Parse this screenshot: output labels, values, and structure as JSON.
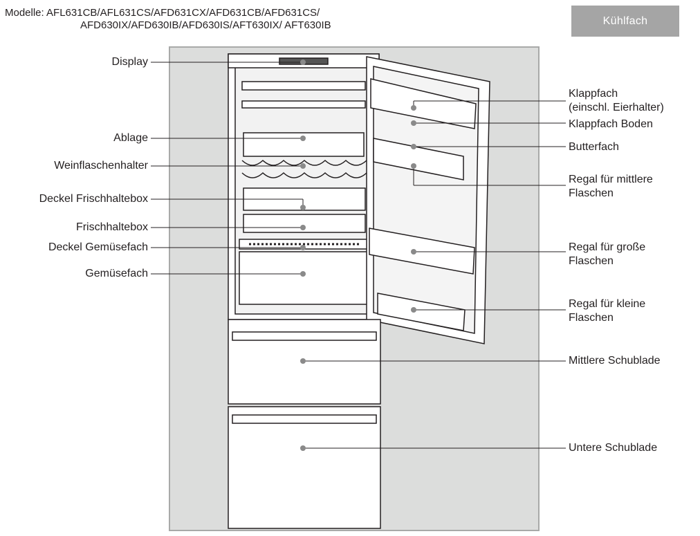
{
  "models": {
    "line1": "Modelle: AFL631CB/AFL631CS/AFD631CX/AFD631CB/AFD631CS/",
    "line2": "AFD630IX/AFD630IB/AFD630IS/AFT630IX/ AFT630IB"
  },
  "section_tag": "Kühlfach",
  "colors": {
    "tag_bg": "#a5a5a5",
    "frame_bg": "#dcdddc",
    "line": "#231f20",
    "dot": "#8a8a8a"
  },
  "labels_left": [
    {
      "id": "display",
      "text": "Display"
    },
    {
      "id": "ablage",
      "text": "Ablage"
    },
    {
      "id": "weinflaschenhalter",
      "text": "Weinflaschenhalter"
    },
    {
      "id": "deckel-frischhaltebox",
      "text": "Deckel Frischhaltebox"
    },
    {
      "id": "frischhaltebox",
      "text": "Frischhaltebox"
    },
    {
      "id": "deckel-gemuesefach",
      "text": "Deckel Gemüsefach"
    },
    {
      "id": "gemuesefach",
      "text": "Gemüsefach"
    }
  ],
  "labels_right": [
    {
      "id": "klappfach",
      "line1": "Klappfach",
      "line2": "(einschl. Eierhalter)"
    },
    {
      "id": "klappfach-boden",
      "line1": "Klappfach Boden"
    },
    {
      "id": "butterfach",
      "line1": "Butterfach"
    },
    {
      "id": "regal-mittlere",
      "line1": "Regal für mittlere",
      "line2": "Flaschen"
    },
    {
      "id": "regal-grosse",
      "line1": "Regal für große",
      "line2": "Flaschen"
    },
    {
      "id": "regal-kleine",
      "line1": "Regal für kleine",
      "line2": "Flaschen"
    },
    {
      "id": "mittlere-schublade",
      "line1": "Mittlere Schublade"
    },
    {
      "id": "untere-schublade",
      "line1": "Untere Schublade"
    }
  ]
}
